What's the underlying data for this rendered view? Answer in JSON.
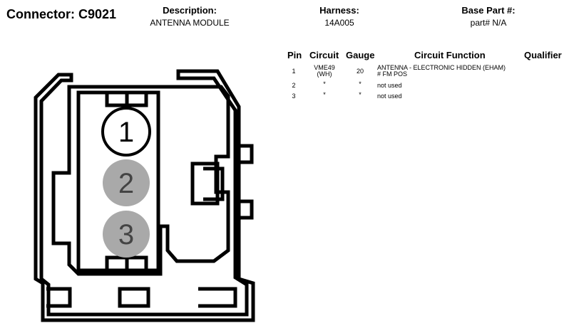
{
  "header": {
    "connector_title": "Connector: C9021",
    "description_label": "Description:",
    "description_value": "ANTENNA MODULE",
    "harness_label": "Harness:",
    "harness_value": "14A005",
    "base_part_label": "Base Part #:",
    "base_part_value": "part# N/A"
  },
  "table": {
    "headers": [
      "Pin",
      "Circuit",
      "Gauge",
      "Circuit Function",
      "Qualifier"
    ],
    "rows": [
      {
        "pin": "1",
        "circuit_line1": "VME49",
        "circuit_line2": "(WH)",
        "gauge": "20",
        "function_line1": "ANTENNA - ELECTRONIC HIDDEN (EHAM)",
        "function_line2": "# FM POS",
        "qualifier": ""
      },
      {
        "pin": "2",
        "circuit_line1": "*",
        "circuit_line2": "",
        "gauge": "*",
        "function_line1": "not used",
        "function_line2": "",
        "qualifier": ""
      },
      {
        "pin": "3",
        "circuit_line1": "*",
        "circuit_line2": "",
        "gauge": "*",
        "function_line1": "not used",
        "function_line2": "",
        "qualifier": ""
      }
    ]
  },
  "diagram": {
    "pins": [
      {
        "label": "1",
        "used": true
      },
      {
        "label": "2",
        "used": false
      },
      {
        "label": "3",
        "used": false
      }
    ],
    "colors": {
      "used_fill": "#ffffff",
      "unused_fill": "#a9a9a9",
      "outline": "#000000",
      "pin_text": "#000000",
      "unused_text": "#444444"
    }
  }
}
